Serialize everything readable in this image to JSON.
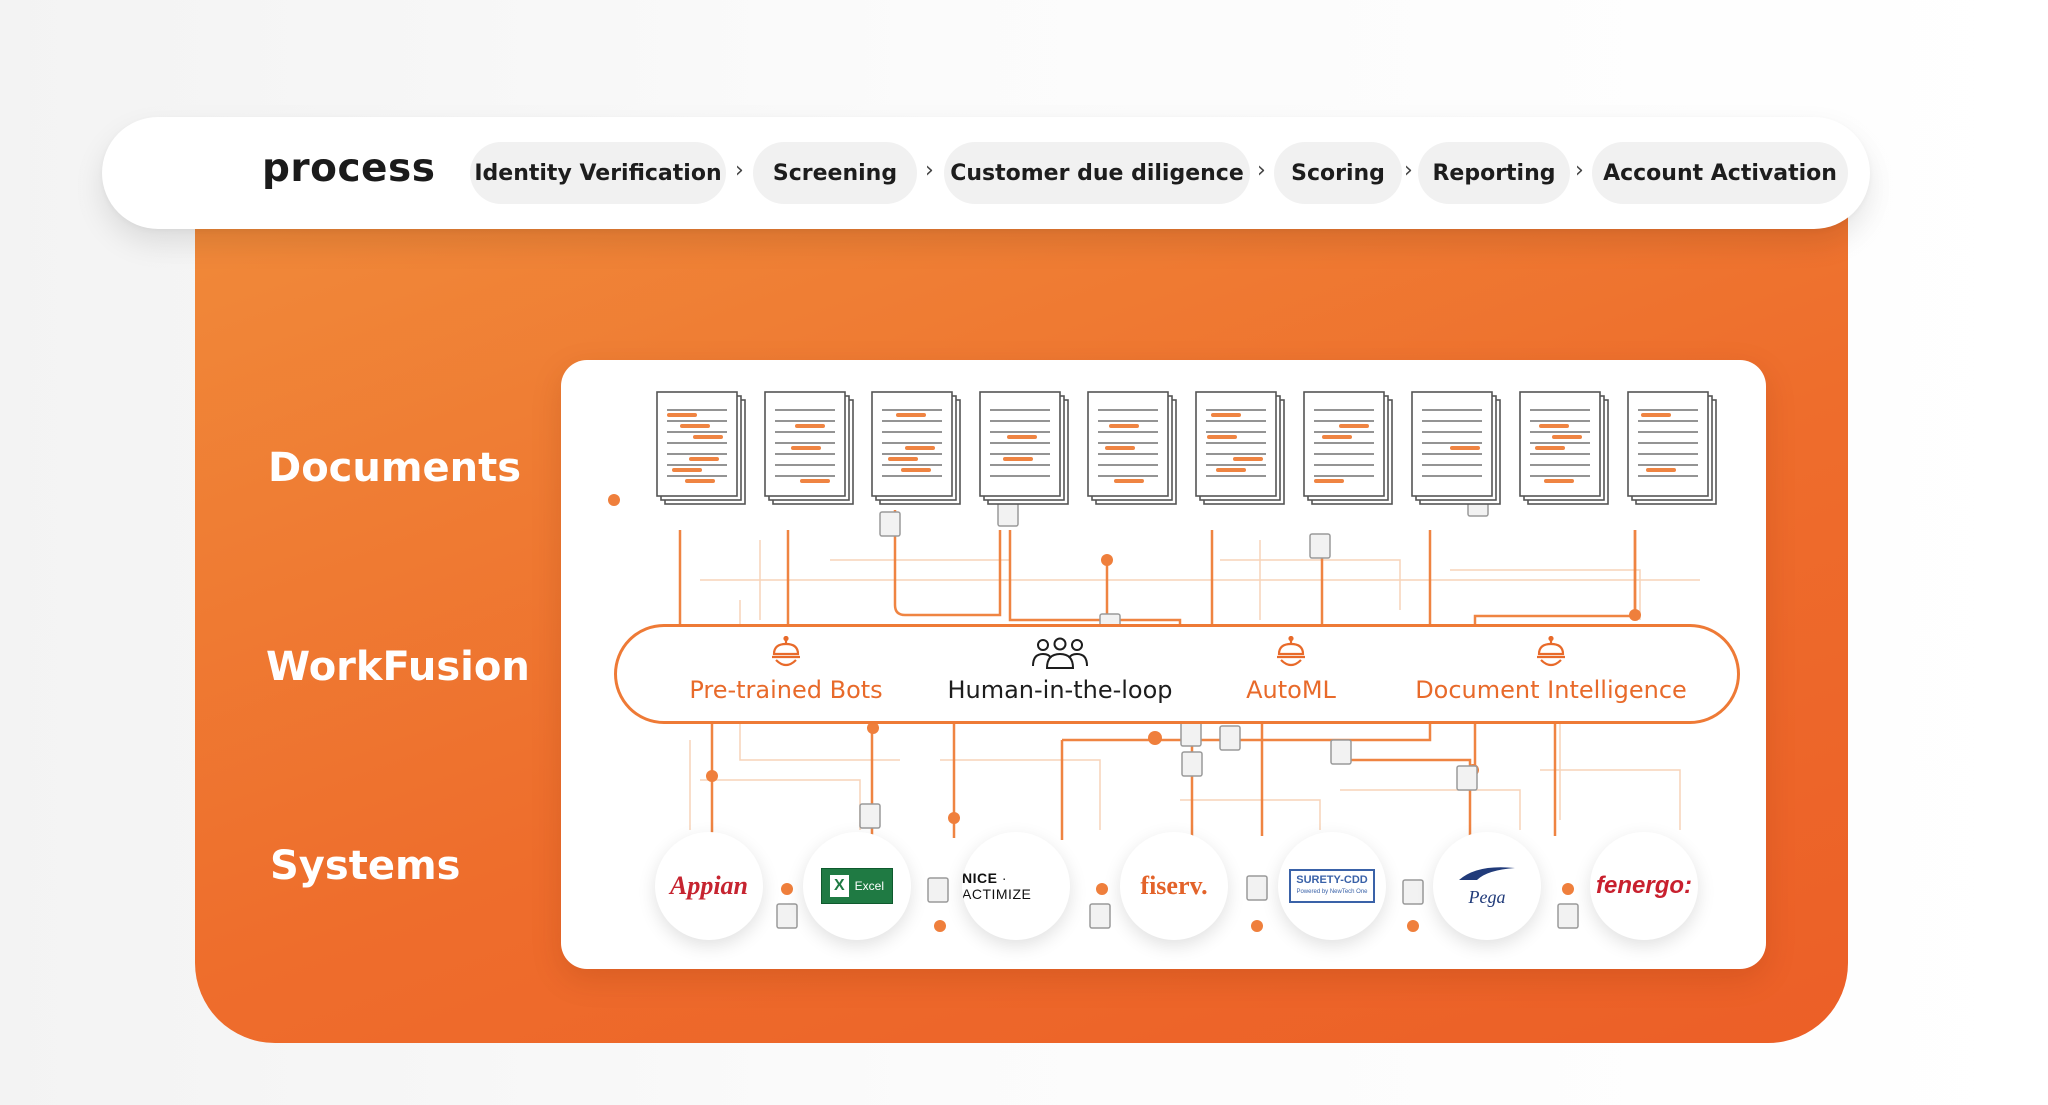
{
  "process": {
    "title": "process",
    "steps": [
      {
        "label": "Identity Verification"
      },
      {
        "label": "Screening"
      },
      {
        "label": "Customer due diligence"
      },
      {
        "label": "Scoring"
      },
      {
        "label": "Reporting"
      },
      {
        "label": "Account Activation"
      }
    ],
    "separator": "›"
  },
  "rows": {
    "documents": "Documents",
    "workfusion": "WorkFusion",
    "systems": "Systems"
  },
  "workfusion_items": [
    {
      "label": "Pre-trained Bots",
      "icon": "bot-icon"
    },
    {
      "label": "Human-in-the-loop",
      "icon": "people-icon"
    },
    {
      "label": "AutoML",
      "icon": "bot-icon"
    },
    {
      "label": "Document Intelligence",
      "icon": "bot-icon"
    }
  ],
  "systems": [
    {
      "name": "Appian"
    },
    {
      "name": "Excel"
    },
    {
      "name": "NICE",
      "suffix": "ACTIMIZE"
    },
    {
      "name": "fiserv."
    },
    {
      "name": "SURETY-CDD",
      "sub": "Powered by NewTech One"
    },
    {
      "name": "Pega"
    },
    {
      "name": "fenergo:"
    }
  ],
  "colors": {
    "accent": "#ee6d2c",
    "accent_light": "#f08a3a",
    "text_dark": "#1b1b1b",
    "line_orange": "#ef7f3c",
    "line_faint": "#f6c9a8"
  }
}
